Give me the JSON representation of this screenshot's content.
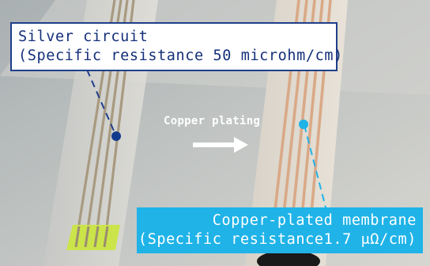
{
  "callouts": {
    "silver": {
      "line1": "Silver circuit",
      "line2": "(Specific resistance 50 microhm/cm)",
      "color": "#1f3f8a"
    },
    "copper": {
      "line1": "Copper-plated membrane",
      "line2": "(Specific resistance1.7 μΩ/cm)",
      "color": "#1fb3e8"
    }
  },
  "process_label": "Copper plating",
  "icons": [
    "right-arrow-icon",
    "silver-marker-dot",
    "copper-marker-dot"
  ],
  "colors": {
    "background": "#9aa3a6",
    "silver_trace": "#a89a80",
    "copper_trace": "#d9a987",
    "marker_silver": "#123a8c",
    "marker_copper": "#1fb3e8",
    "base_tab": "#cbe44a"
  }
}
